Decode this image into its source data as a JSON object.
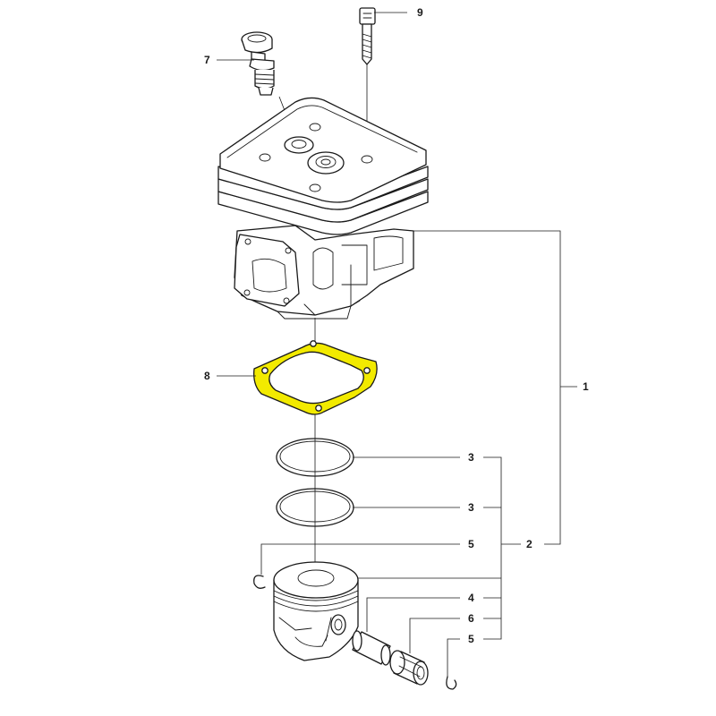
{
  "callouts": {
    "c1": "1",
    "c2": "2",
    "c3a": "3",
    "c3b": "3",
    "c4": "4",
    "c5a": "5",
    "c5b": "5",
    "c6": "6",
    "c7": "7",
    "c8": "8",
    "c9": "9"
  },
  "colors": {
    "highlight": "#f2ea00",
    "line": "#1a1a1a",
    "background": "#ffffff"
  }
}
